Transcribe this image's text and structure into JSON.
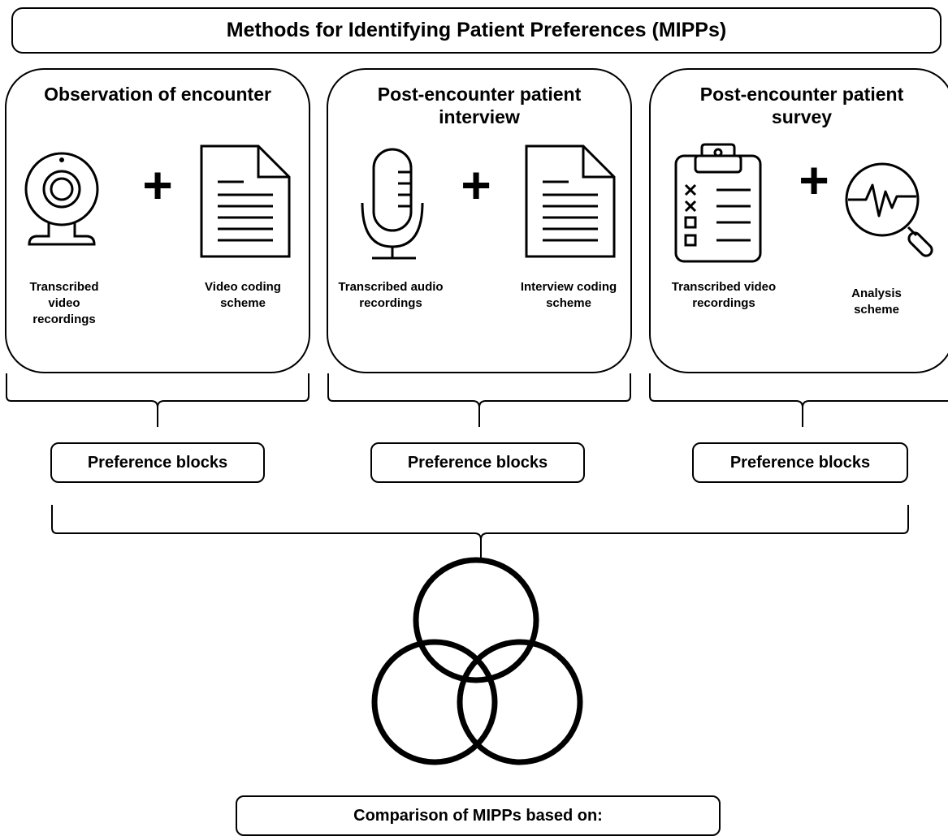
{
  "title": "Methods for Identifying Patient Preferences (MIPPs)",
  "panels": [
    {
      "title": "Observation of encounter",
      "left_icon": "webcam-icon",
      "right_icon": "document-icon",
      "left_label": "Transcribed video recordings",
      "right_label": "Video coding scheme",
      "result": "Preference blocks"
    },
    {
      "title": "Post-encounter patient interview",
      "left_icon": "microphone-icon",
      "right_icon": "document-icon",
      "left_label": "Transcribed audio recordings",
      "right_label": "Interview coding scheme",
      "result": "Preference blocks"
    },
    {
      "title": "Post-encounter patient survey",
      "left_icon": "clipboard-checklist-icon",
      "right_icon": "magnifier-pulse-icon",
      "left_label": "Transcribed video recordings",
      "right_label": "Analysis scheme",
      "result": "Preference blocks"
    }
  ],
  "plus_symbol": "+",
  "overlap_icon": "three-circle-venn-icon",
  "comparison": "Comparison of MIPPs based on:"
}
